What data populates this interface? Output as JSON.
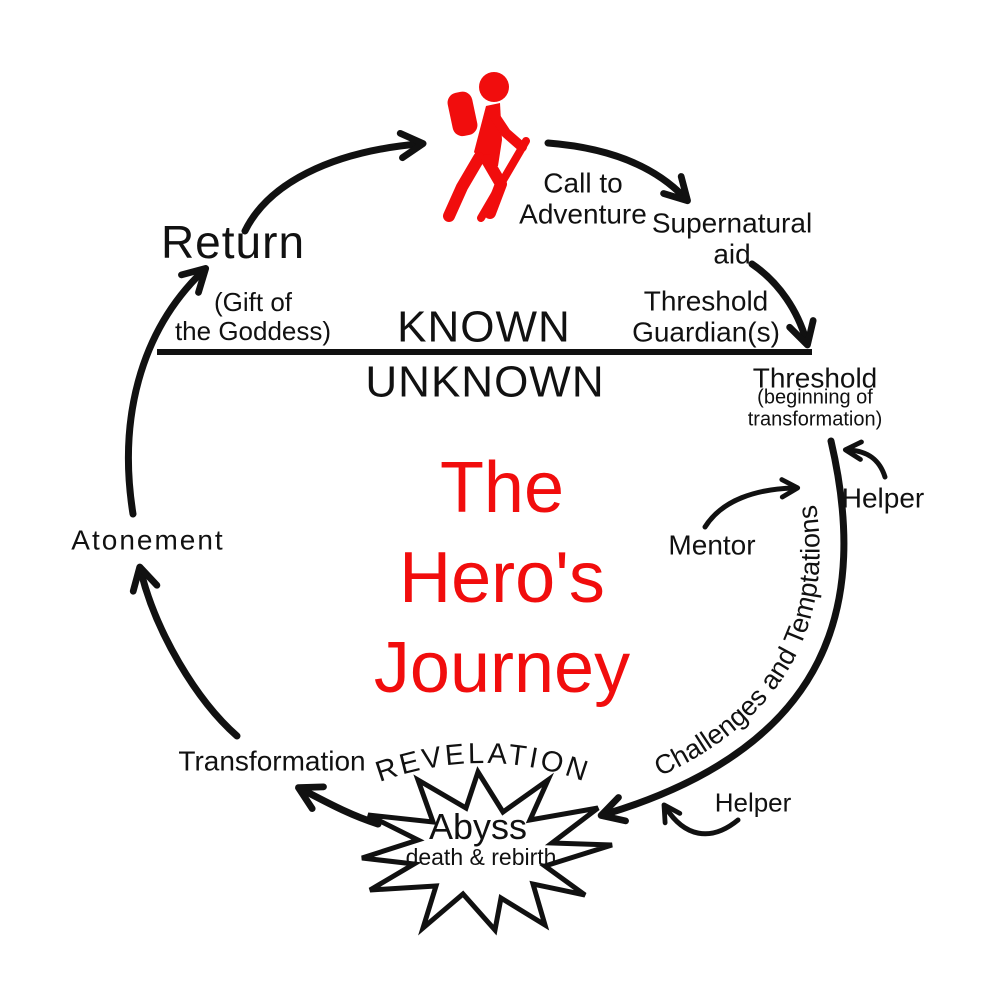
{
  "meta": {
    "description": "The Hero's Journey monomyth cycle diagram",
    "colors": {
      "accent": "#f10d0d",
      "ink": "#111111",
      "bg": "#ffffff"
    }
  },
  "title": {
    "line1": "The",
    "line2": "Hero's",
    "line3": "Journey"
  },
  "divider": {
    "above": "KNOWN",
    "below": "UNKNOWN"
  },
  "icons": {
    "hero": "hiker"
  },
  "labels": {
    "return": "Return",
    "gift_of_goddess": {
      "line1": "(Gift of",
      "line2": "the Goddess)"
    },
    "call_to_adventure": {
      "line1": "Call to",
      "line2": "Adventure"
    },
    "supernatural_aid": {
      "line1": "Supernatural",
      "line2": "aid"
    },
    "threshold_guardians": {
      "line1": "Threshold",
      "line2": "Guardian(s)"
    },
    "threshold": {
      "title": "Threshold",
      "sub1": "(beginning of",
      "sub2": "transformation)"
    },
    "helper_right": "Helper",
    "mentor": "Mentor",
    "helper_bottom": "Helper",
    "challenges": "Challenges and Temptations",
    "revelation": "REVELATION",
    "abyss": {
      "title": "Abyss",
      "subtitle": "death & rebirth"
    },
    "transformation": "Transformation",
    "atonement": "Atonement"
  }
}
